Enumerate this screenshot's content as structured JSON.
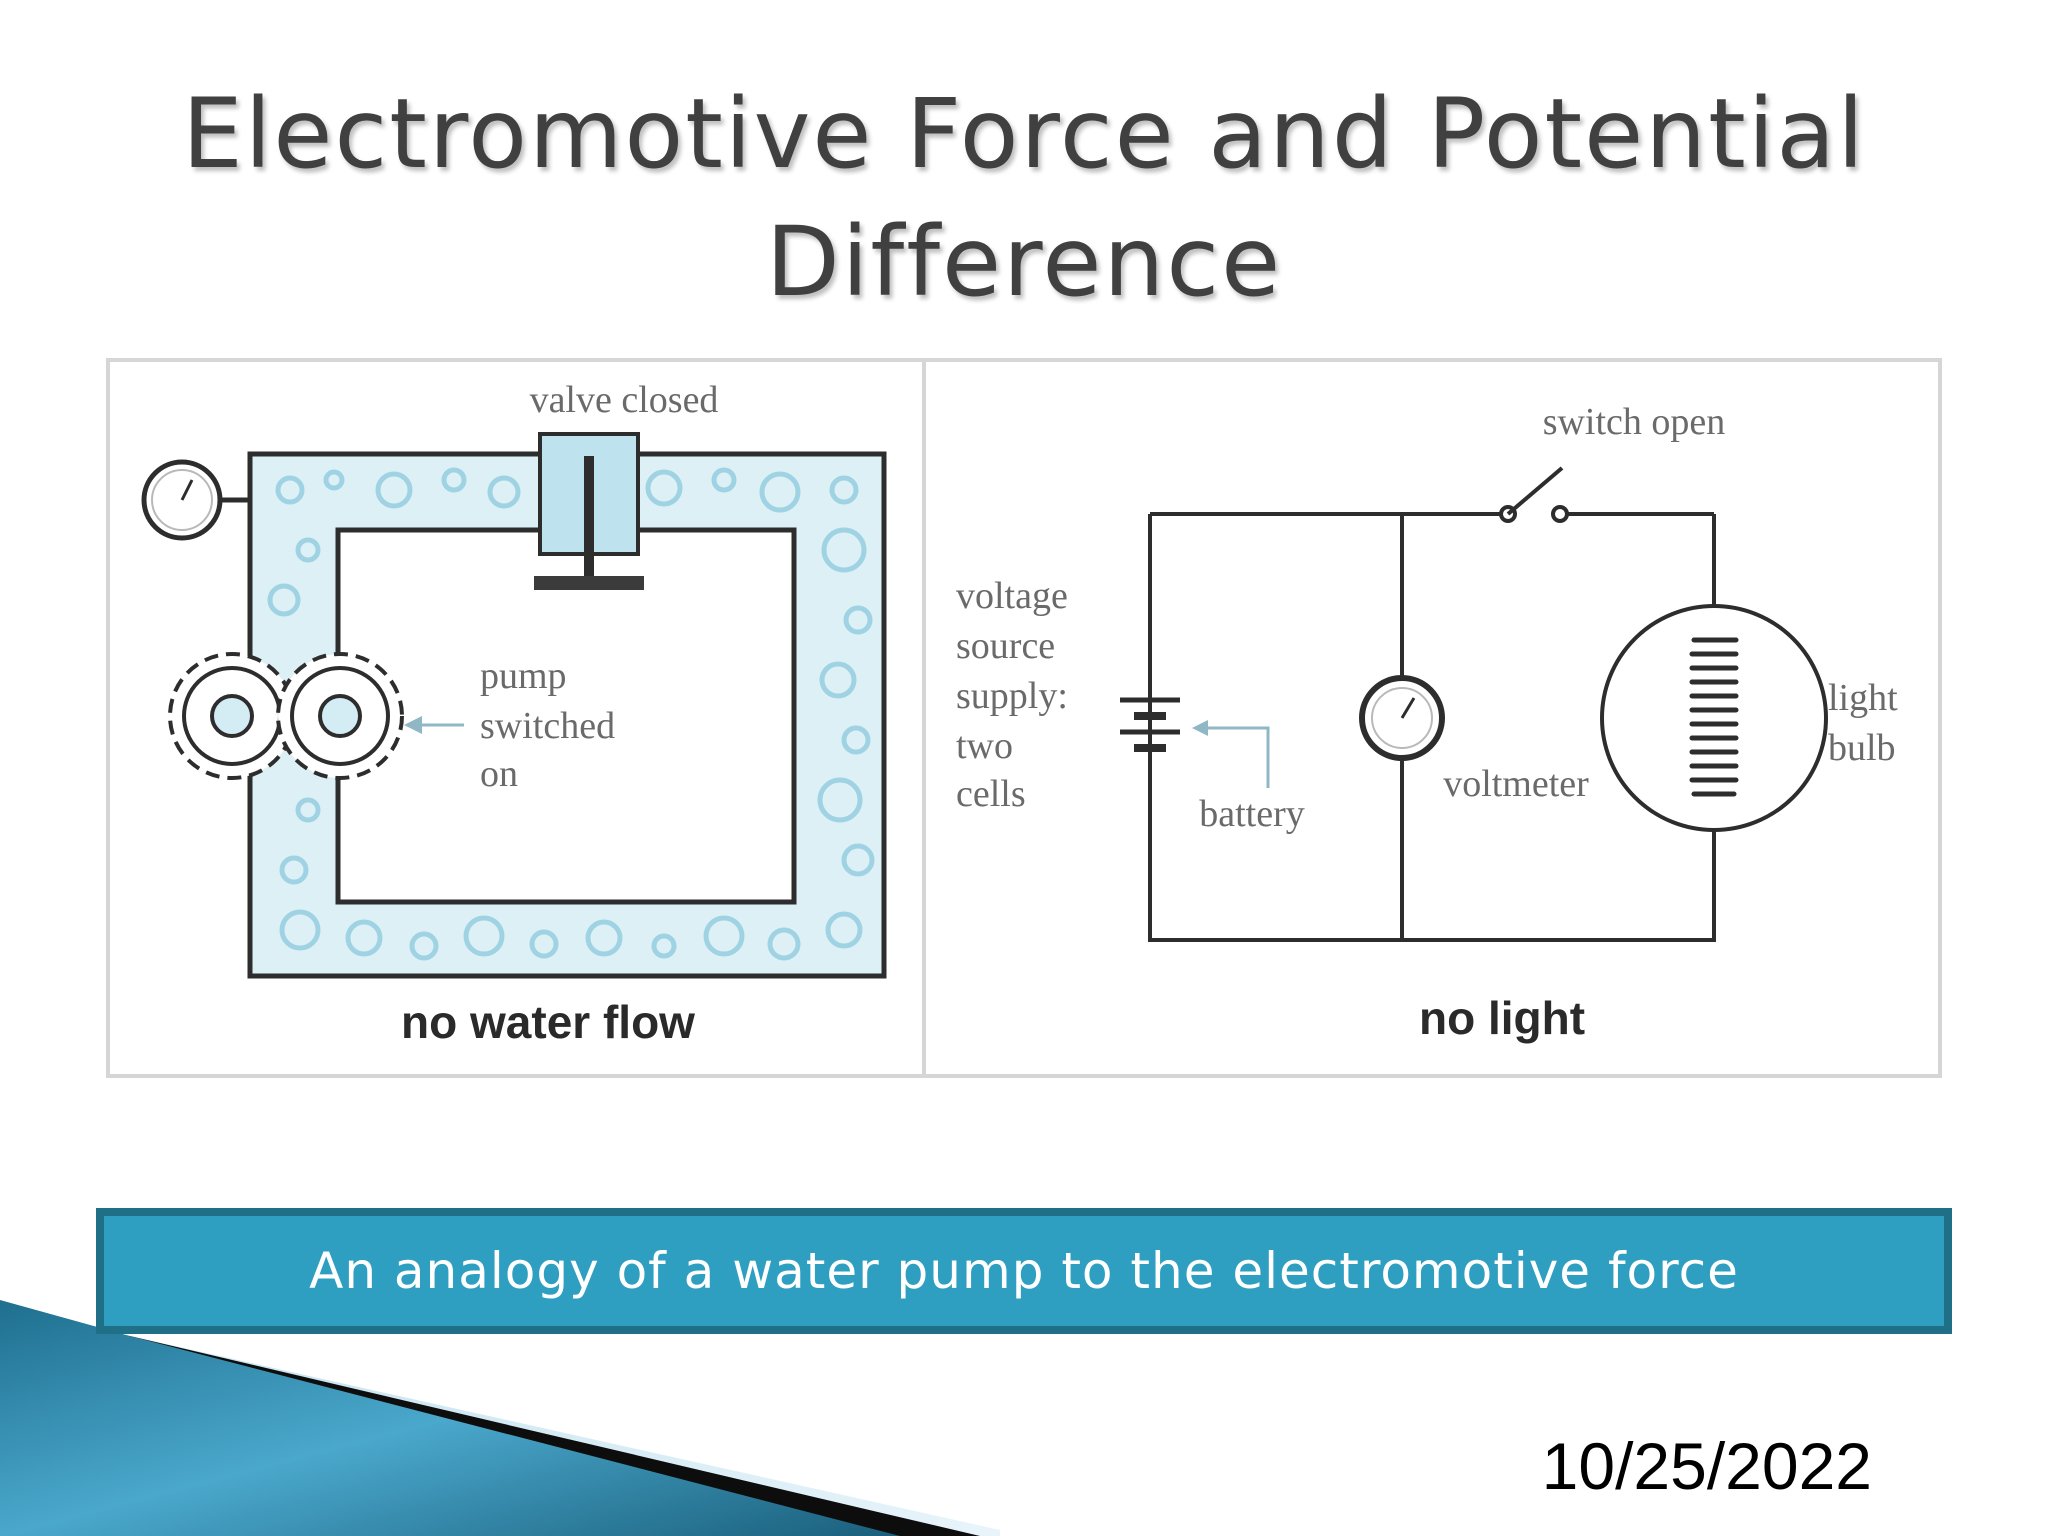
{
  "title": {
    "line1": "Electromotive Force and Potential",
    "line2": "Difference"
  },
  "figure": {
    "left_panel": {
      "valve_label": "valve closed",
      "pump_label": [
        "pump",
        "switched",
        "on"
      ],
      "bottom_caption": "no water flow"
    },
    "right_panel": {
      "switch_label": "switch open",
      "source_label": [
        "voltage",
        "source",
        "supply:",
        "two",
        "cells"
      ],
      "battery_label": "battery",
      "voltmeter_label": "voltmeter",
      "bulb_label": [
        "light",
        "bulb"
      ],
      "bottom_caption": "no light"
    }
  },
  "caption": "An analogy of a water pump to the electromotive force",
  "date": "10/25/2022",
  "colors": {
    "title": "#404040",
    "caption_bar": "#2e9fc0",
    "caption_border": "#1f6f86",
    "water": "#9fd3e3"
  }
}
